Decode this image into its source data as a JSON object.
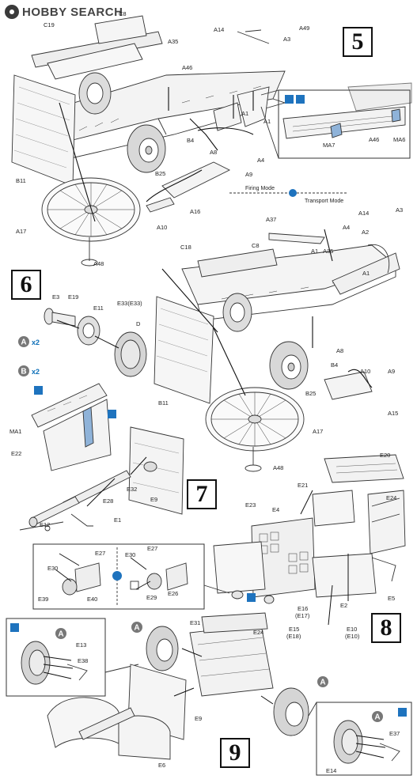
{
  "watermark": "HOBBY SEARCH",
  "steps": [
    "5",
    "6",
    "7",
    "8",
    "9"
  ],
  "subassembly": {
    "a": "A",
    "b": "B",
    "multiplier": "x2"
  },
  "modes": {
    "firing": "Firing Mode",
    "transport": "Transport Mode"
  },
  "labels": {
    "step5": [
      "C8",
      "C19",
      "A35",
      "A46",
      "A14",
      "A3",
      "A49",
      "A1",
      "A1",
      "A8",
      "B4",
      "A4",
      "A9",
      "B25",
      "A16",
      "A10",
      "A17",
      "A48",
      "B11",
      "MA7",
      "A46",
      "MA6"
    ],
    "step6": [
      "C18",
      "C8",
      "A37",
      "A35",
      "A14",
      "A2",
      "A3",
      "A4",
      "A1",
      "A1",
      "A8",
      "B4",
      "A10",
      "A9",
      "B25",
      "A15",
      "B11",
      "A17",
      "A48",
      "E3",
      "E19",
      "E11",
      "E33(E33)",
      "D",
      "MA1"
    ],
    "step7": [
      "E22",
      "E32",
      "E9",
      "E28",
      "E12",
      "E1"
    ],
    "step8": [
      "E20",
      "E21",
      "E24",
      "E23",
      "E4",
      "E27",
      "E30",
      "E27",
      "E30",
      "E39",
      "E40",
      "E29",
      "E26",
      "E5",
      "E2",
      "E16",
      "(E17)",
      "E15",
      "(E18)",
      "E10",
      "(E10)"
    ],
    "step9": [
      "E13",
      "E38",
      "E31",
      "E24",
      "E9",
      "E6",
      "E37",
      "E14"
    ]
  }
}
